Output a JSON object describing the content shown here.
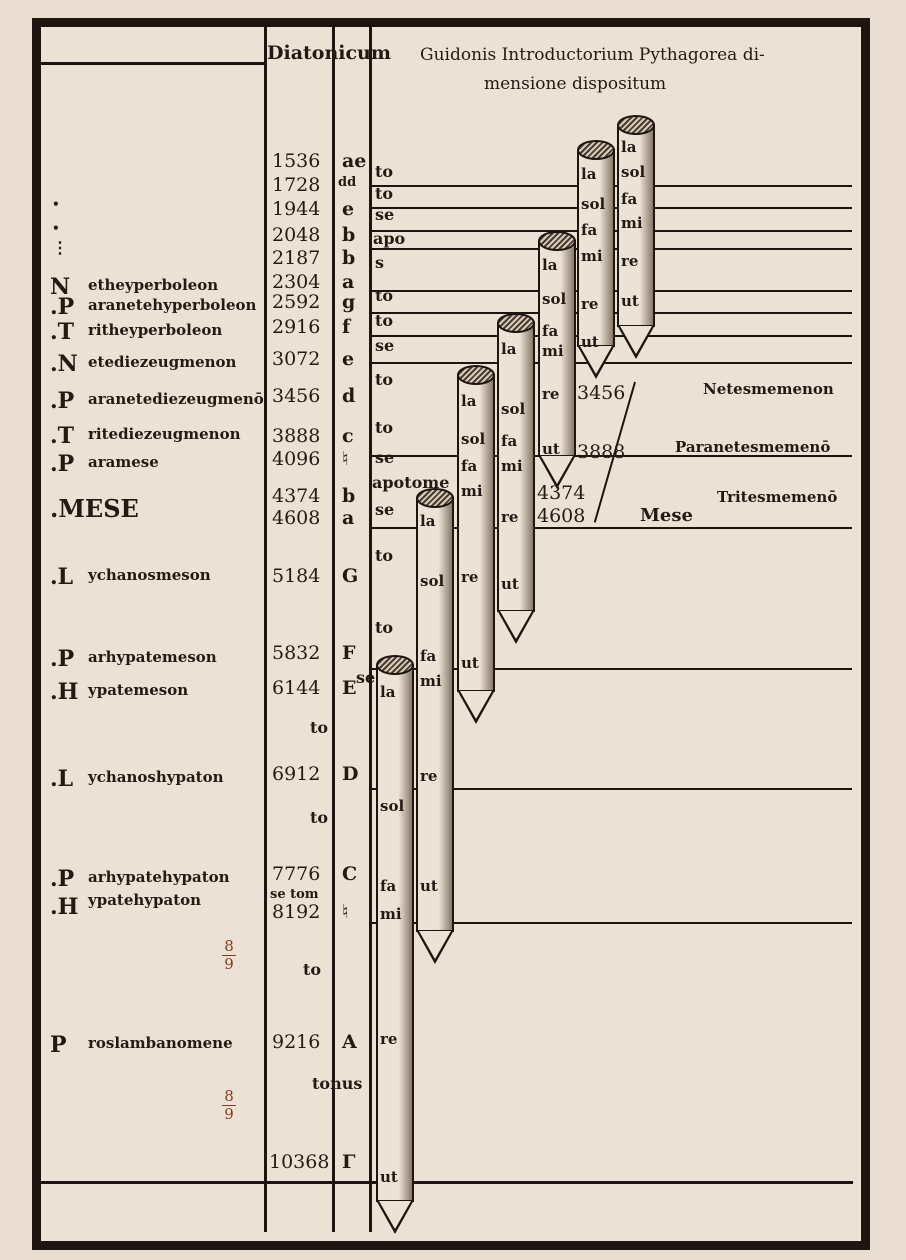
{
  "header": {
    "column_title": "Diatonicum",
    "title_line1": "Guidonis Introductorium Pythagorea di-",
    "title_line2": "mensione dispositum"
  },
  "dots": [
    "•",
    "•",
    "⋮"
  ],
  "names": [
    {
      "initial": "N",
      "rest": "etheyperboleon"
    },
    {
      "initial": ".P",
      "rest": "aranetehyperboleon"
    },
    {
      "initial": ".T",
      "rest": "ritheyperboleon"
    },
    {
      "initial": ".N",
      "rest": "etediezeugmenon"
    },
    {
      "initial": ".P",
      "rest": "aranetediezeugmenō"
    },
    {
      "initial": ".T",
      "rest": "ritediezeugmenon"
    },
    {
      "initial": ".P",
      "rest": "aramese"
    },
    {
      "initial": ".MESE",
      "rest": ""
    },
    {
      "initial": ".L",
      "rest": "ychanosmeson"
    },
    {
      "initial": ".P",
      "rest": "arhypatemeson"
    },
    {
      "initial": ".H",
      "rest": "ypatemeson"
    },
    {
      "initial": ".L",
      "rest": "ychanoshypaton"
    },
    {
      "initial": ".P",
      "rest": "arhypatehypaton"
    },
    {
      "initial": ".H",
      "rest": "ypatehypaton"
    },
    {
      "initial": "P",
      "rest": "roslambanomene"
    }
  ],
  "numbers": [
    "1536",
    "1728",
    "1944",
    "2048",
    "2187",
    "2304",
    "2592",
    "2916",
    "3072",
    "3456",
    "3888",
    "4096",
    "4374",
    "4608",
    "5184",
    "5832",
    "6144",
    "6912",
    "7776",
    "8192",
    "9216",
    "10368"
  ],
  "letters": [
    "ae",
    "dd",
    "e",
    "b",
    "b",
    "a",
    "g",
    "f",
    "e",
    "d",
    "c",
    "♮",
    "b",
    "a",
    "G",
    "F",
    "E",
    "D",
    "C",
    "♮",
    "A",
    "Γ"
  ],
  "intervals": [
    "to",
    "to",
    "se",
    "apo",
    "s",
    "to",
    "to",
    "se",
    "to",
    "to",
    "se",
    "apotome",
    "se",
    "to",
    "to",
    "se",
    "to",
    "to",
    "se tom",
    "to",
    "tonus"
  ],
  "fractions": [
    {
      "num": "8",
      "den": "9"
    },
    {
      "num": "8",
      "den": "9"
    }
  ],
  "tubes": [
    [
      "la",
      "sol",
      "fa",
      "mi",
      "re",
      "ut"
    ],
    [
      "la",
      "sol",
      "fa",
      "mi",
      "re",
      "ut"
    ],
    [
      "la",
      "sol",
      "fa",
      "mi",
      "re",
      "ut"
    ],
    [
      "la",
      "sol",
      "fa",
      "mi",
      "re",
      "ut"
    ],
    [
      "la",
      "sol",
      "fa",
      "mi",
      "re",
      "ut"
    ],
    [
      "la",
      "sol",
      "fa",
      "mi",
      "re",
      "ut"
    ],
    [
      "la",
      "sol",
      "fa",
      "mi",
      "re",
      "ut"
    ]
  ],
  "synemmenon": {
    "labels": [
      "Netesmemenon",
      "Paranetesmemenō",
      "Tritesmemenō",
      "Mese"
    ],
    "numbers": [
      "3456",
      "3888",
      "4374",
      "4608"
    ]
  }
}
